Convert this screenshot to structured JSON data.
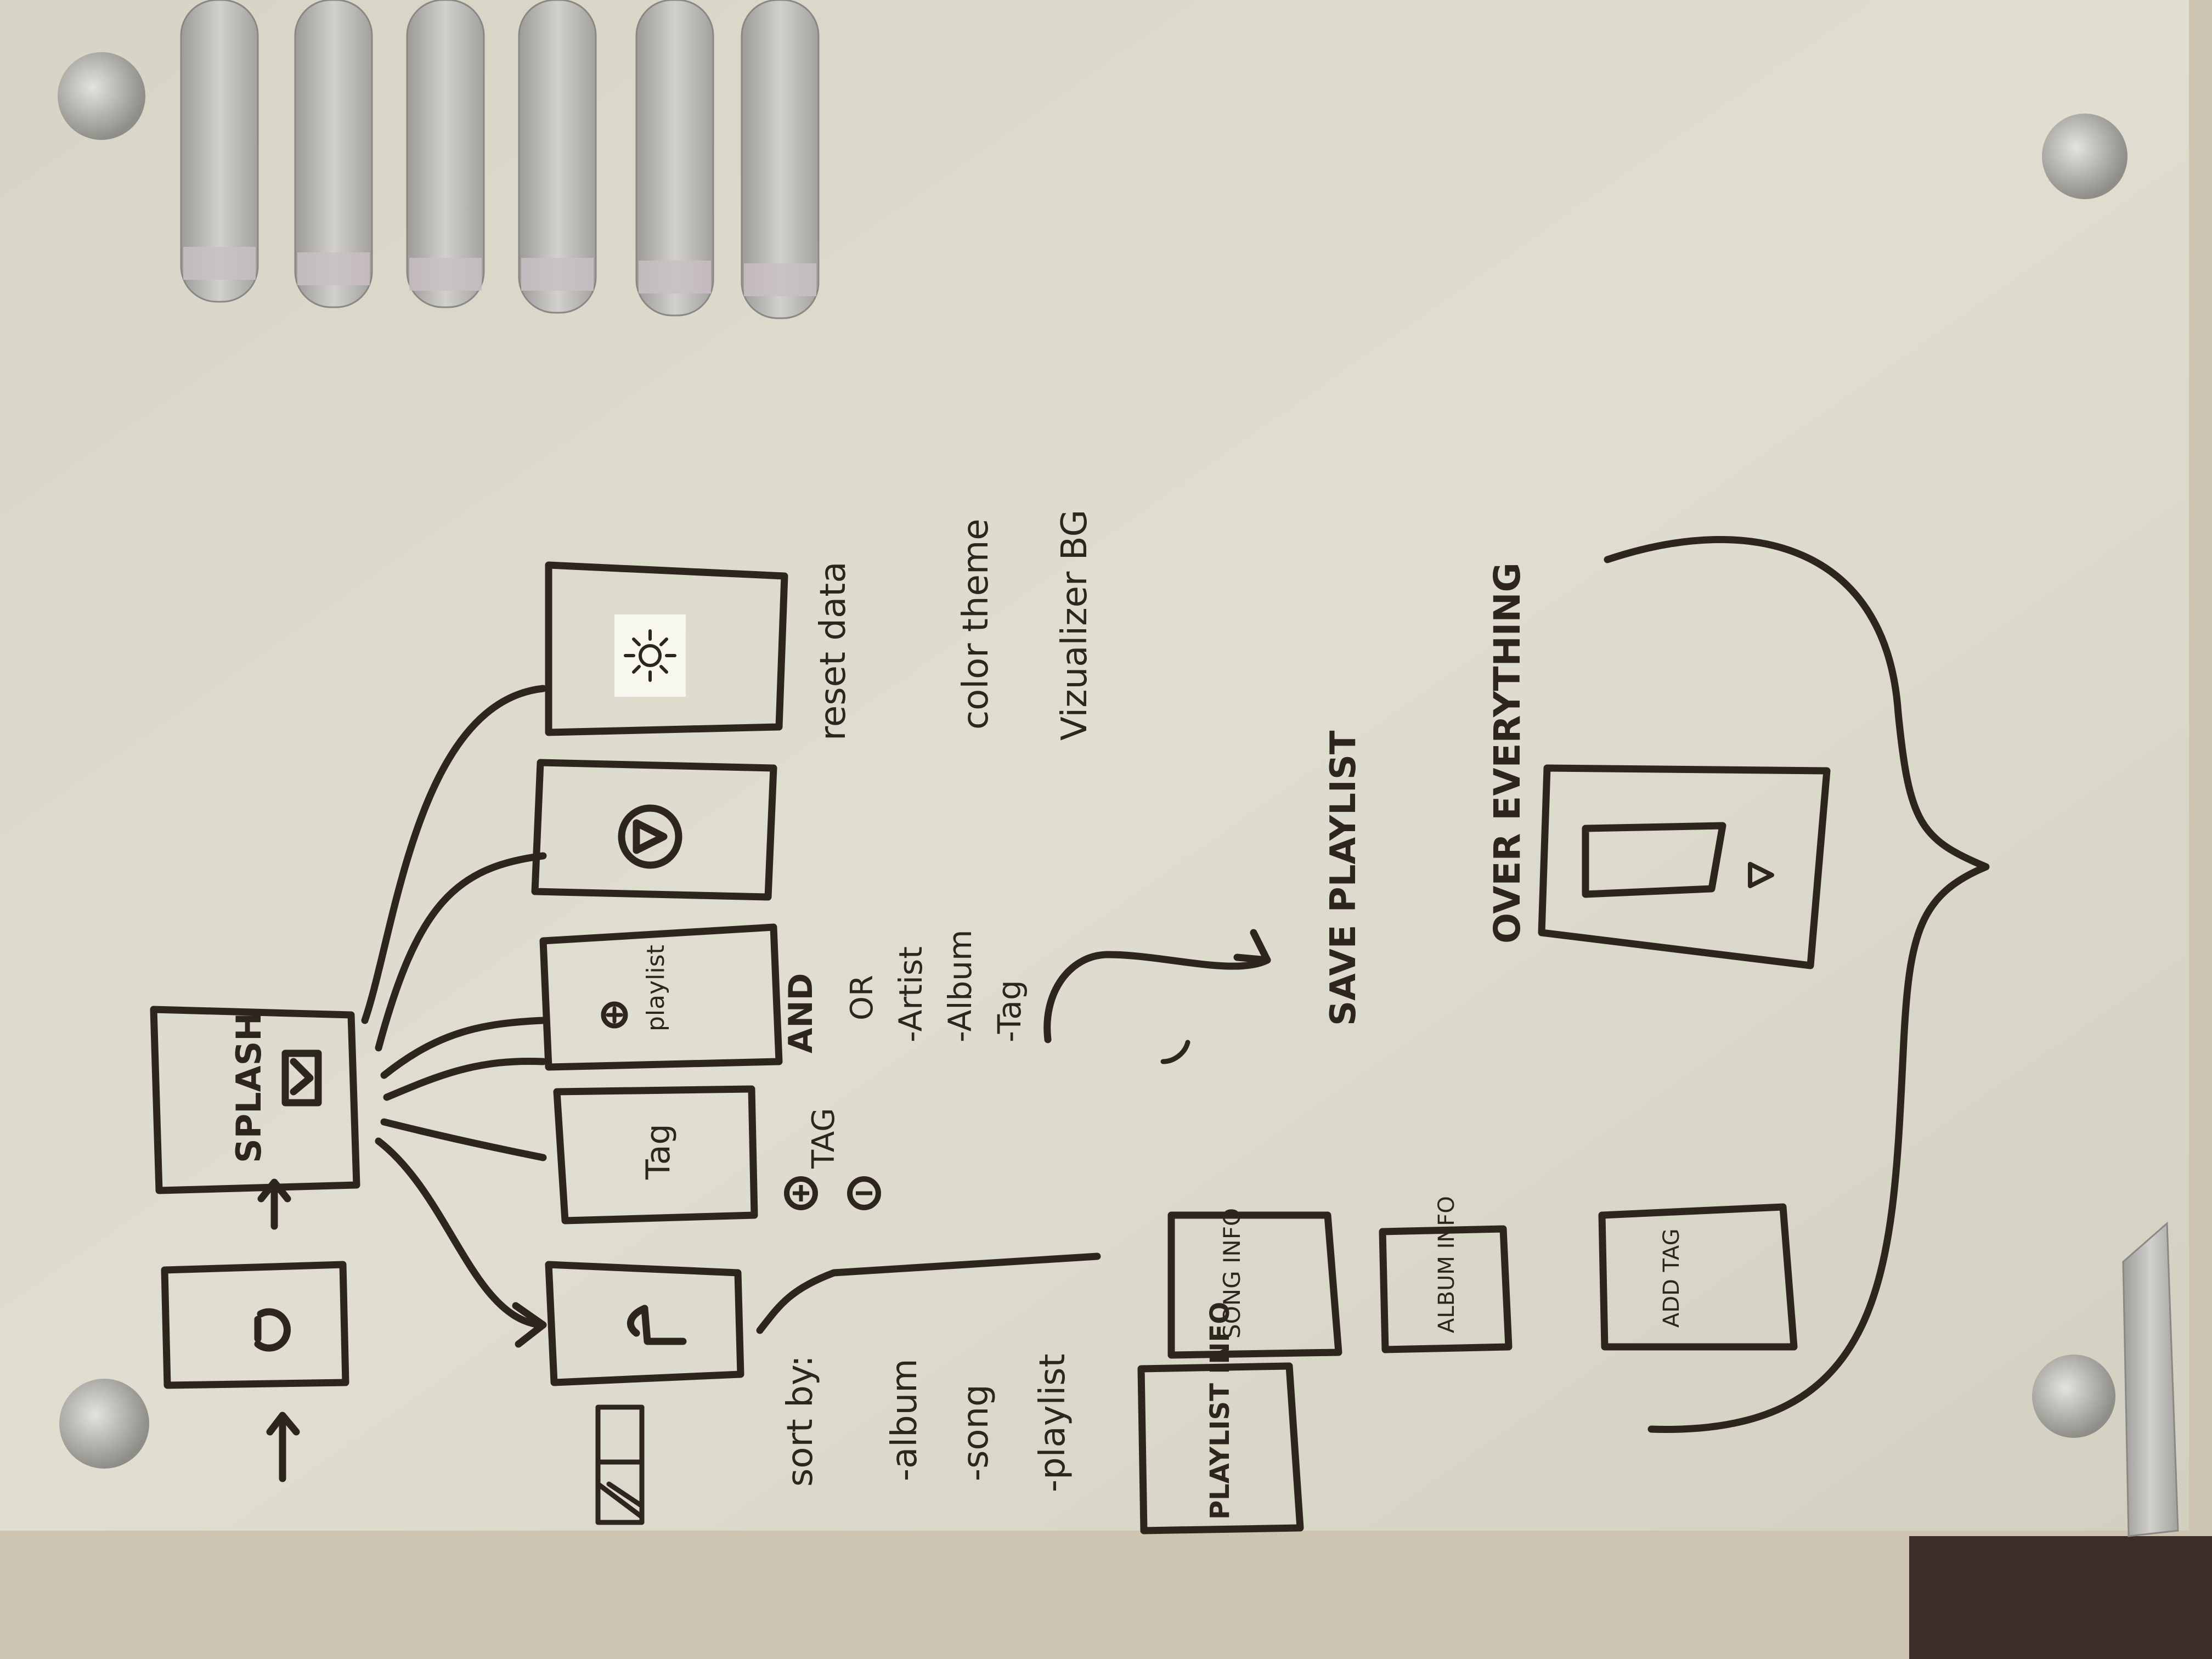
{
  "nodes": {
    "start": {
      "icon": "power-icon"
    },
    "splash": {
      "label": "SPLASH",
      "icon": "mini-screen-icon"
    },
    "songs": {
      "icon": "music-note-icon"
    },
    "tag": {
      "label": "Tag"
    },
    "playlist": {
      "label": "playlist",
      "icon": "plus-circle-icon"
    },
    "player": {
      "icon": "play-circle-icon"
    },
    "settings": {
      "icon": "gear-icon"
    },
    "song_info": {
      "label": "SONG INFO"
    },
    "album_info": {
      "label": "ALBUM INFO"
    },
    "playlist_info": {
      "label": "PLAYLIST INFO"
    },
    "add_tag": {
      "label": "ADD TAG"
    },
    "overlay": {
      "icon": "play-triangle-icon"
    }
  },
  "notes": {
    "sort_by": {
      "title": "sort by:",
      "items": [
        "-album",
        "-song",
        "-playlist"
      ]
    },
    "tag_actions": {
      "add": "TAG",
      "add_icon": "plus-circle-icon",
      "remove_icon": "minus-circle-icon"
    },
    "playlist_filters": {
      "logic": [
        "AND",
        "OR"
      ],
      "items": [
        "-Artist",
        "-Album",
        "-Tag"
      ]
    },
    "save_playlist": "SAVE PLAYLIST",
    "settings_list": [
      "reset data",
      "color theme",
      "Vizualizer BG"
    ],
    "over_everything": "OVER EVERYTHING"
  },
  "colors": {
    "wall": "#cfc6b4",
    "glass": "#dcdacb",
    "ink": "#2e261e",
    "metal": "#b7b5b1"
  }
}
